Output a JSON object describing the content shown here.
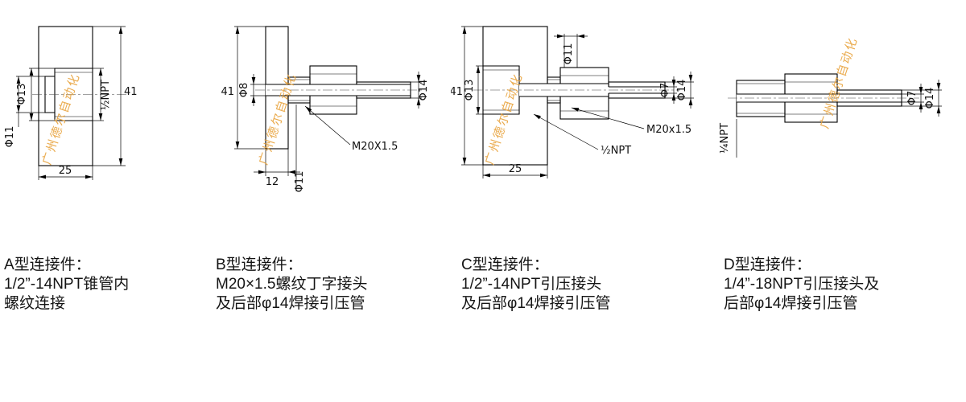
{
  "watermark": {
    "text": "广州德尔自动化",
    "color": "#E8A33C"
  },
  "drawings": {
    "a": {
      "dims": {
        "phi13": "Φ13",
        "phi11": "Φ11",
        "npt": "½NPT",
        "height": "41",
        "width": "25"
      },
      "caption": {
        "line1": "A型连接件：",
        "line2": "1/2”-14NPT锥管内",
        "line3": "螺纹连接"
      }
    },
    "b": {
      "dims": {
        "height": "41",
        "phi8": "Φ8",
        "phi14": "Φ14",
        "width": "12",
        "phi11": "Φ11",
        "thread": "M20X1.5"
      },
      "caption": {
        "line1": "B型连接件：",
        "line2": "M20×1.5螺纹丁字接头",
        "line3": "及后部φ14焊接引压管"
      }
    },
    "c": {
      "dims": {
        "height": "41",
        "phi13": "Φ13",
        "phi11": "Φ11",
        "phi7": "Φ7",
        "phi14": "Φ14",
        "width": "25",
        "thread": "M20x1.5",
        "npt": "½NPT"
      },
      "caption": {
        "line1": "C型连接件：",
        "line2": "1/2”-14NPT引压接头",
        "line3": "及后部φ14焊接引压管"
      }
    },
    "d": {
      "dims": {
        "npt": "¼NPT",
        "phi7": "Φ7",
        "phi14": "Φ14"
      },
      "caption": {
        "line1": "D型连接件：",
        "line2": "1/4”-18NPT引压接头及",
        "line3": "后部φ14焊接引压管"
      }
    }
  }
}
